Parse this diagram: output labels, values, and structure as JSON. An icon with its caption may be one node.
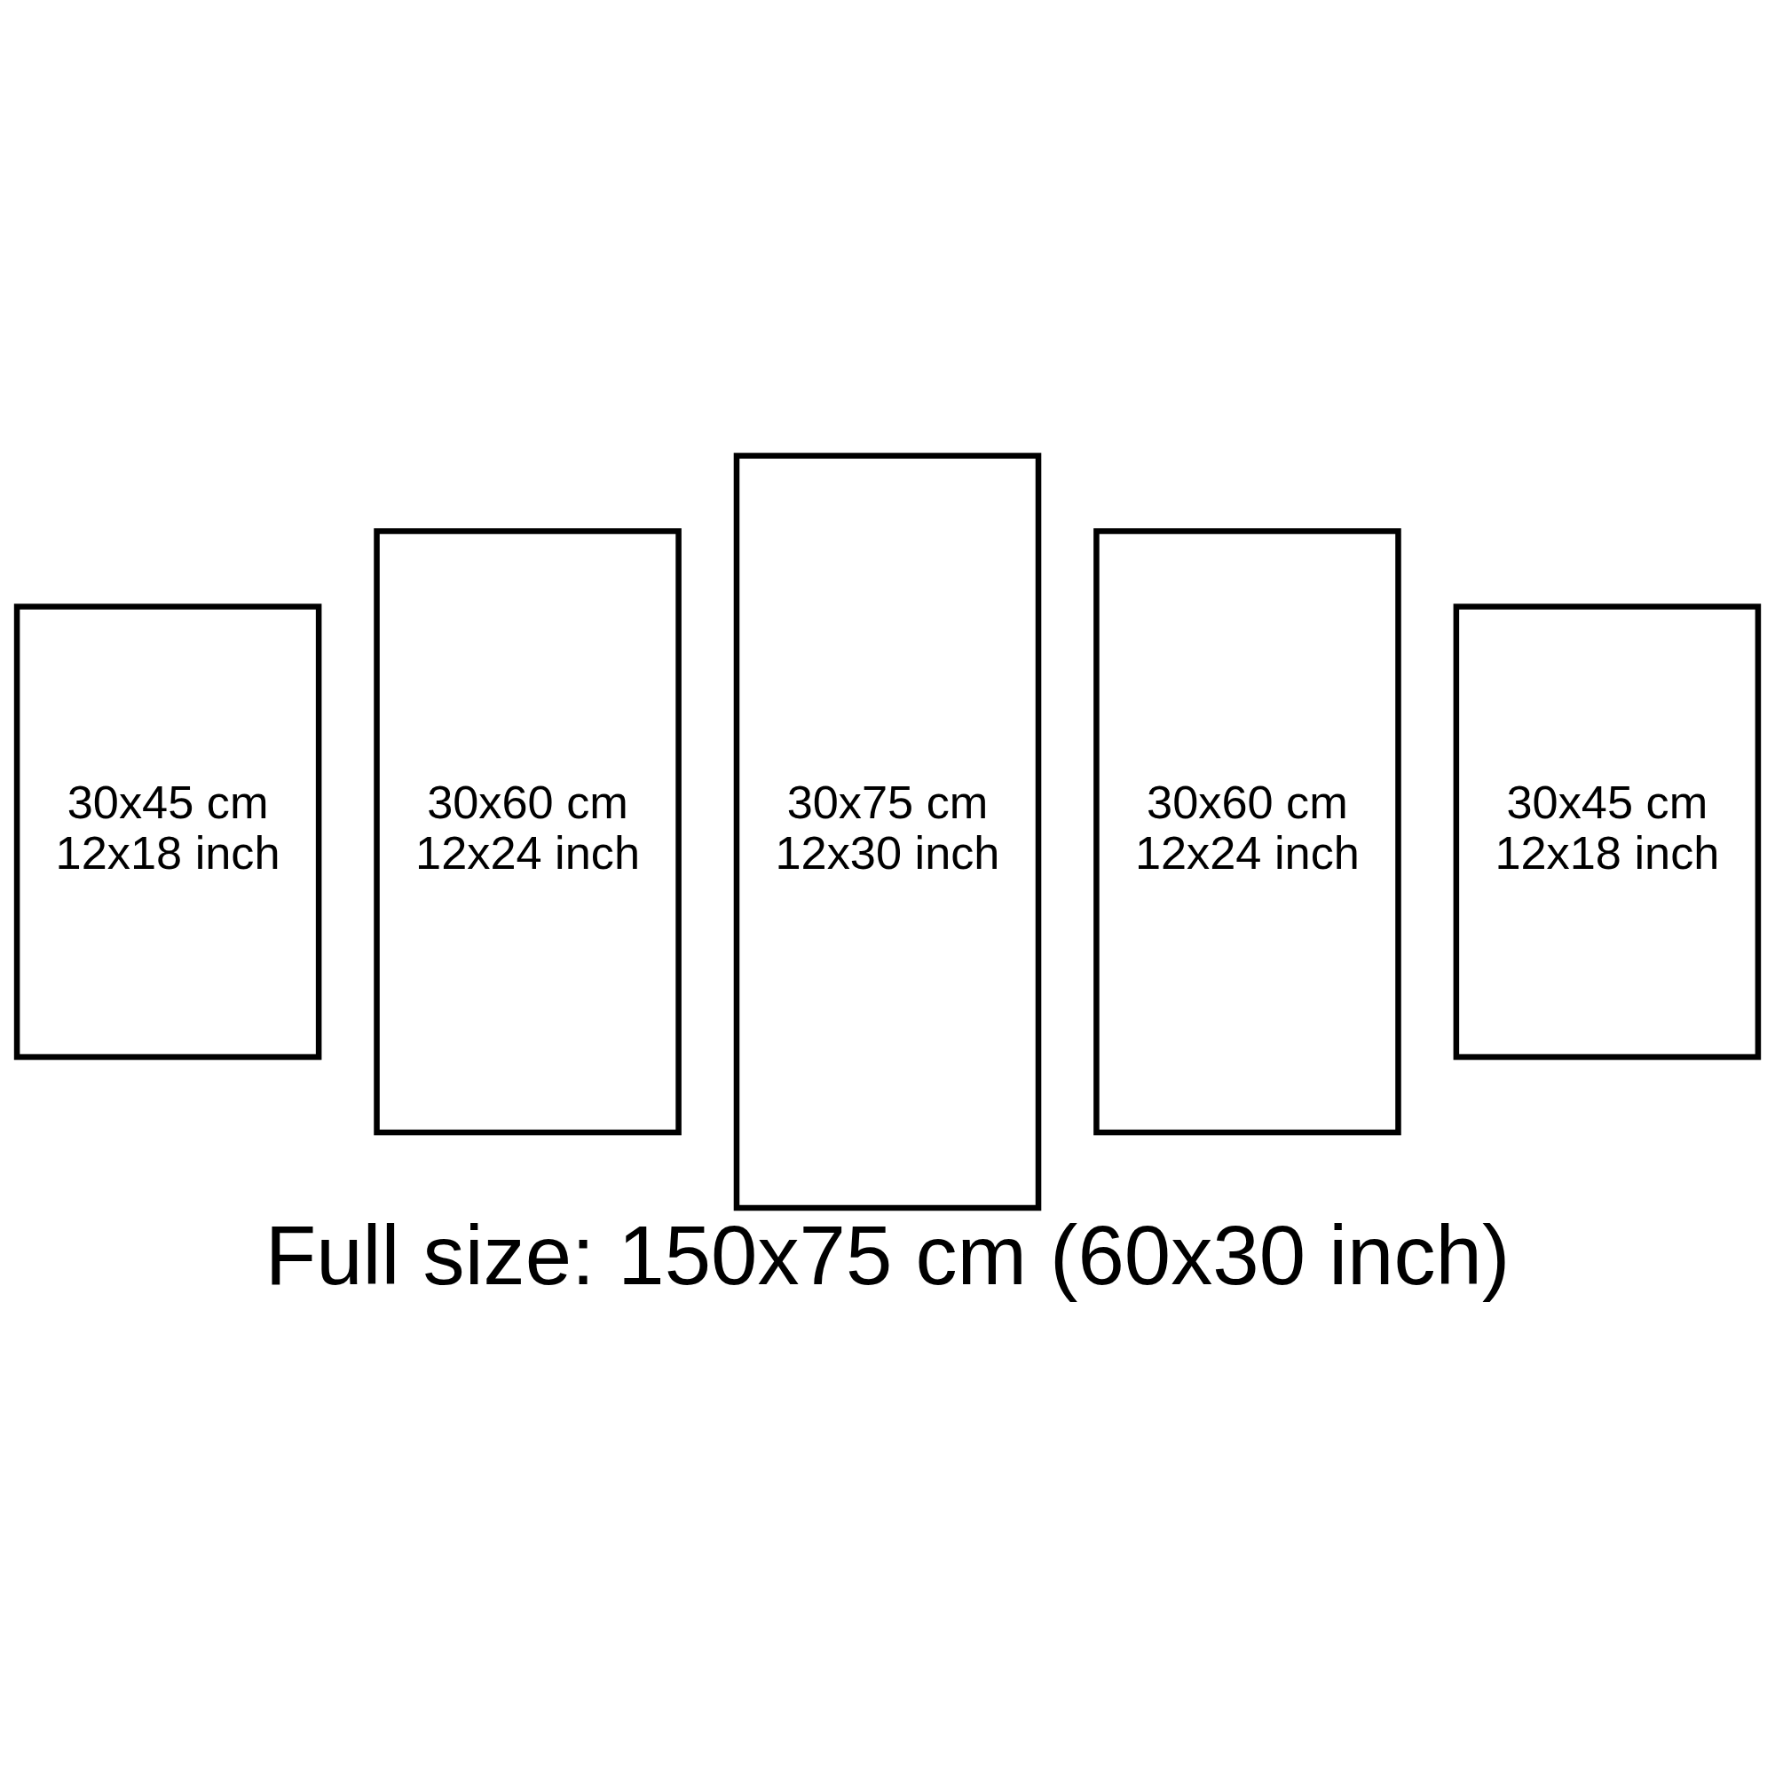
{
  "diagram": {
    "caption": "Full size: 150x75 cm (60x30 inch)",
    "nodes": [
      {
        "text": [
          "30x45 cm",
          "12x18 inch"
        ]
      },
      {
        "text": [
          "30x60 cm",
          "12x24 inch"
        ]
      },
      {
        "text": [
          "30x75 cm",
          "12x30 inch"
        ]
      },
      {
        "text": [
          "30x60 cm",
          "12x24 inch"
        ]
      },
      {
        "text": [
          "30x45 cm",
          "12x18 inch"
        ]
      }
    ]
  }
}
